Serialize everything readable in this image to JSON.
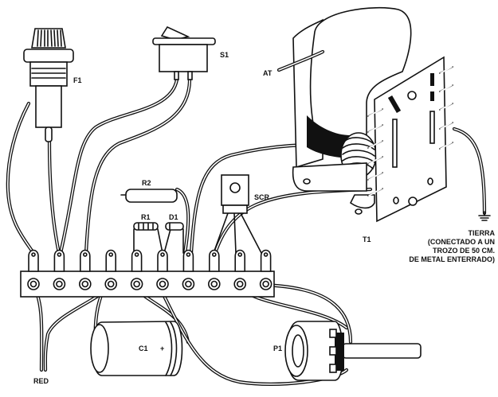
{
  "diagram": {
    "title": "Wiring layout",
    "components": {
      "fuse": "F1",
      "switch": "S1",
      "resistor_2": "R2",
      "resistor_1": "R1",
      "diode": "D1",
      "scr": "SCR",
      "autotransformer": "AT",
      "transformer": "T1",
      "capacitor": "C1",
      "capacitor_polarity": "+",
      "potentiometer": "P1",
      "mains": "RED"
    },
    "ground_note": {
      "line1": "TIERRA",
      "line2": "(CONECTADO A UN",
      "line3": "TROZO DE 50 CM.",
      "line4": "DE METAL ENTERRADO)"
    },
    "terminal_strip": {
      "terminal_count": 10
    },
    "colors": {
      "ink": "#111111",
      "paper": "#ffffff"
    }
  }
}
